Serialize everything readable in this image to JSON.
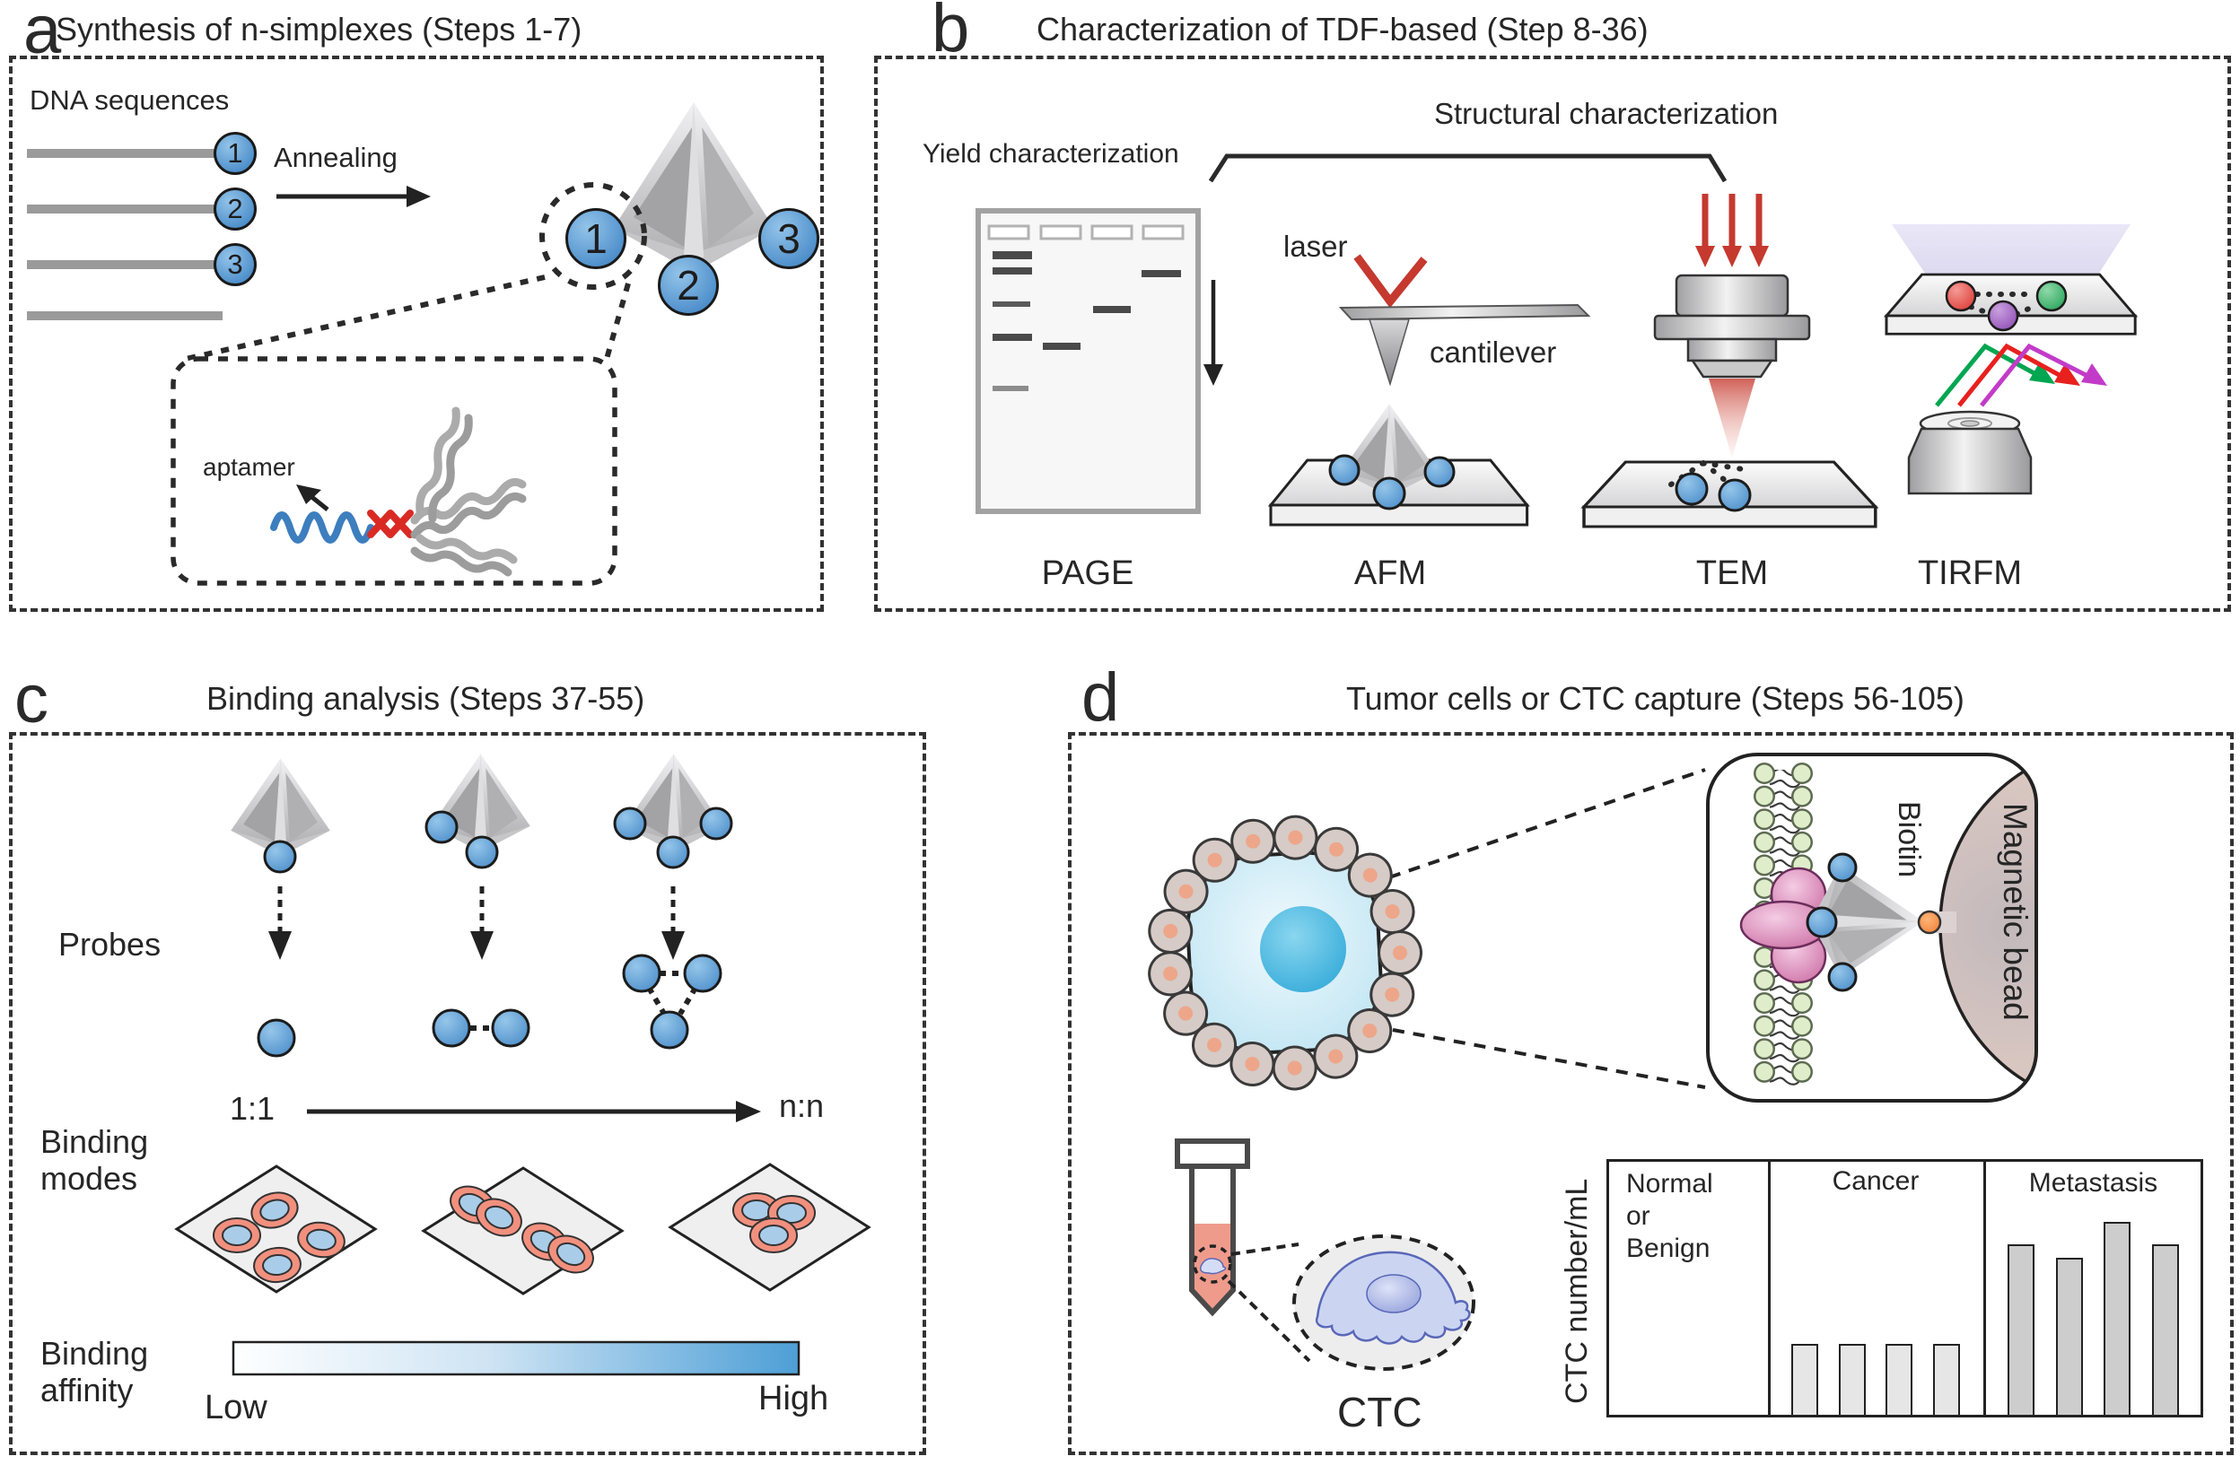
{
  "figure": {
    "panel_a": {
      "letter": "a",
      "title": "Synthesis of n-simplexes (Steps 1-7)",
      "dna_sequences_label": "DNA sequences",
      "annealing_label": "Annealing",
      "strand_numbers": [
        "1",
        "2",
        "3"
      ],
      "aptamer_label": "aptamer"
    },
    "panel_b": {
      "letter": "b",
      "title": "Characterization of TDF-based (Step 8-36)",
      "yield_label": "Yield characterization",
      "structural_label": "Structural characterization",
      "laser_label": "laser",
      "cantilever_label": "cantilever",
      "methods": [
        "PAGE",
        "AFM",
        "TEM",
        "TIRFM"
      ]
    },
    "panel_c": {
      "letter": "c",
      "title": "Binding analysis (Steps 37-55)",
      "probes_label": "Probes",
      "ratio_start": "1:1",
      "ratio_end": "n:n",
      "binding_modes_lines": [
        "Binding",
        "modes"
      ],
      "binding_affinity_lines": [
        "Binding",
        "affinity"
      ],
      "low_label": "Low",
      "high_label": "High"
    },
    "panel_d": {
      "letter": "d",
      "title": "Tumor cells or CTC capture (Steps 56-105)",
      "biotin_label": "Biotin",
      "magnetic_bead_label": "Magnetic bead",
      "ctc_label": "CTC",
      "chart": {
        "ylabel": "CTC number/mL",
        "normal_lines": [
          "Normal",
          "or",
          "Benign"
        ]
      }
    },
    "colors": {
      "probe_blue": "#4E8FCB",
      "laser_red": "#C5392F",
      "aptamer_blue": "#3D7EBE",
      "aptamer_red": "#D92B24",
      "affinity_high_blue": "#4D9FD6",
      "magnetic_bead_pink": "#F0CABB",
      "biotin_orange": "#EE7F35",
      "cell_ring_salmon": "#F2907E"
    }
  },
  "chart_data": {
    "type": "bar",
    "title": "",
    "ylabel": "CTC number/mL",
    "xlabel": "",
    "ylim": [
      0,
      100
    ],
    "grid": false,
    "note": "schematic qualitative bar heights, percent of axis height",
    "groups": [
      {
        "label": "Normal or Benign",
        "values": []
      },
      {
        "label": "Cancer",
        "values": [
          28,
          28,
          28,
          28
        ]
      },
      {
        "label": "Metastasis",
        "values": [
          67,
          62,
          76,
          67
        ]
      }
    ]
  }
}
